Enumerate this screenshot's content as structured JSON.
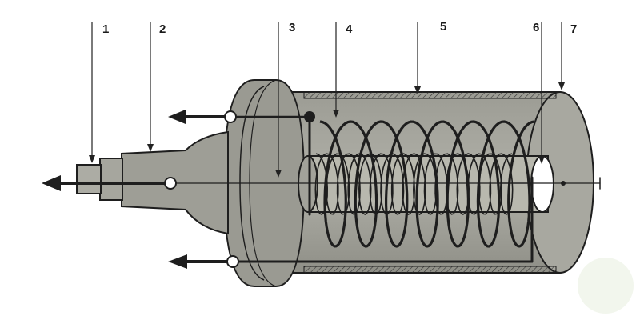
{
  "diagram": {
    "labels": [
      "1",
      "2",
      "3",
      "4",
      "5",
      "6",
      "7"
    ]
  },
  "colors": {
    "background": "#ffffff",
    "body_fill": "#a4a49c",
    "body_dark": "#8e8e86",
    "inner_fill": "#b3b3aa",
    "outline": "#1e1e1e",
    "label": "#1a1a1a"
  }
}
